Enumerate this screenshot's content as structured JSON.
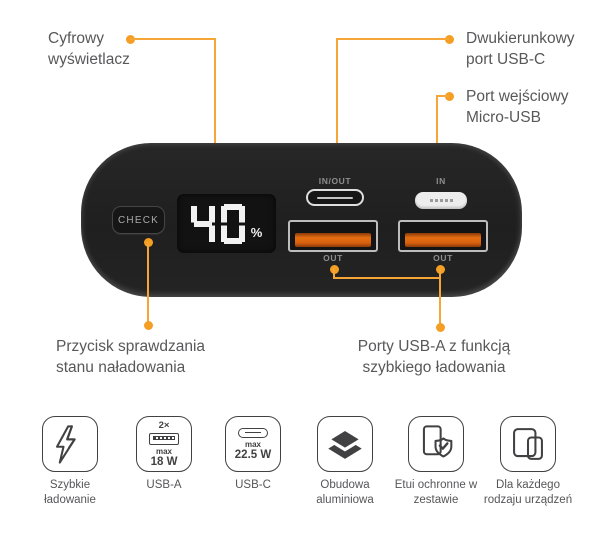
{
  "colors": {
    "accent_orange": "#F59E24",
    "usb_tongue_orange": "#E06A10",
    "device_body": "#202020",
    "label_text": "#58585A",
    "port_label_text": "#8E8E8E",
    "icon_stroke": "#414042"
  },
  "callouts": {
    "display": {
      "line1": "Cyfrowy",
      "line2": "wyświetlacz"
    },
    "usbc": {
      "line1": "Dwukierunkowy",
      "line2": "port USB-C"
    },
    "micro": {
      "line1": "Port wejściowy",
      "line2": "Micro-USB"
    },
    "check": {
      "line1": "Przycisk sprawdzania",
      "line2": "stanu naładowania"
    },
    "usba": {
      "line1": "Porty USB-A z funkcją",
      "line2": "szybkiego ładowania"
    }
  },
  "device": {
    "check_button": "CHECK",
    "battery_percent": "40",
    "percent_sign": "%",
    "port_labels": {
      "usbc": "IN/OUT",
      "micro": "IN",
      "usba1": "OUT",
      "usba2": "OUT"
    }
  },
  "features": [
    {
      "icon": "lightning-icon",
      "caption": "Szybkie ładowanie"
    },
    {
      "icon": "usb-a-icon",
      "caption": "USB-A",
      "badge": "2×",
      "max_label": "max",
      "max_value": "18 W"
    },
    {
      "icon": "usb-c-icon",
      "caption": "USB-C",
      "max_label": "max",
      "max_value": "22.5 W"
    },
    {
      "icon": "layers-icon",
      "caption": "Obudowa aluminiowa"
    },
    {
      "icon": "case-shield-icon",
      "caption": "Etui ochronne w zestawie"
    },
    {
      "icon": "devices-icon",
      "caption": "Dla każdego rodzaju urządzeń"
    }
  ]
}
